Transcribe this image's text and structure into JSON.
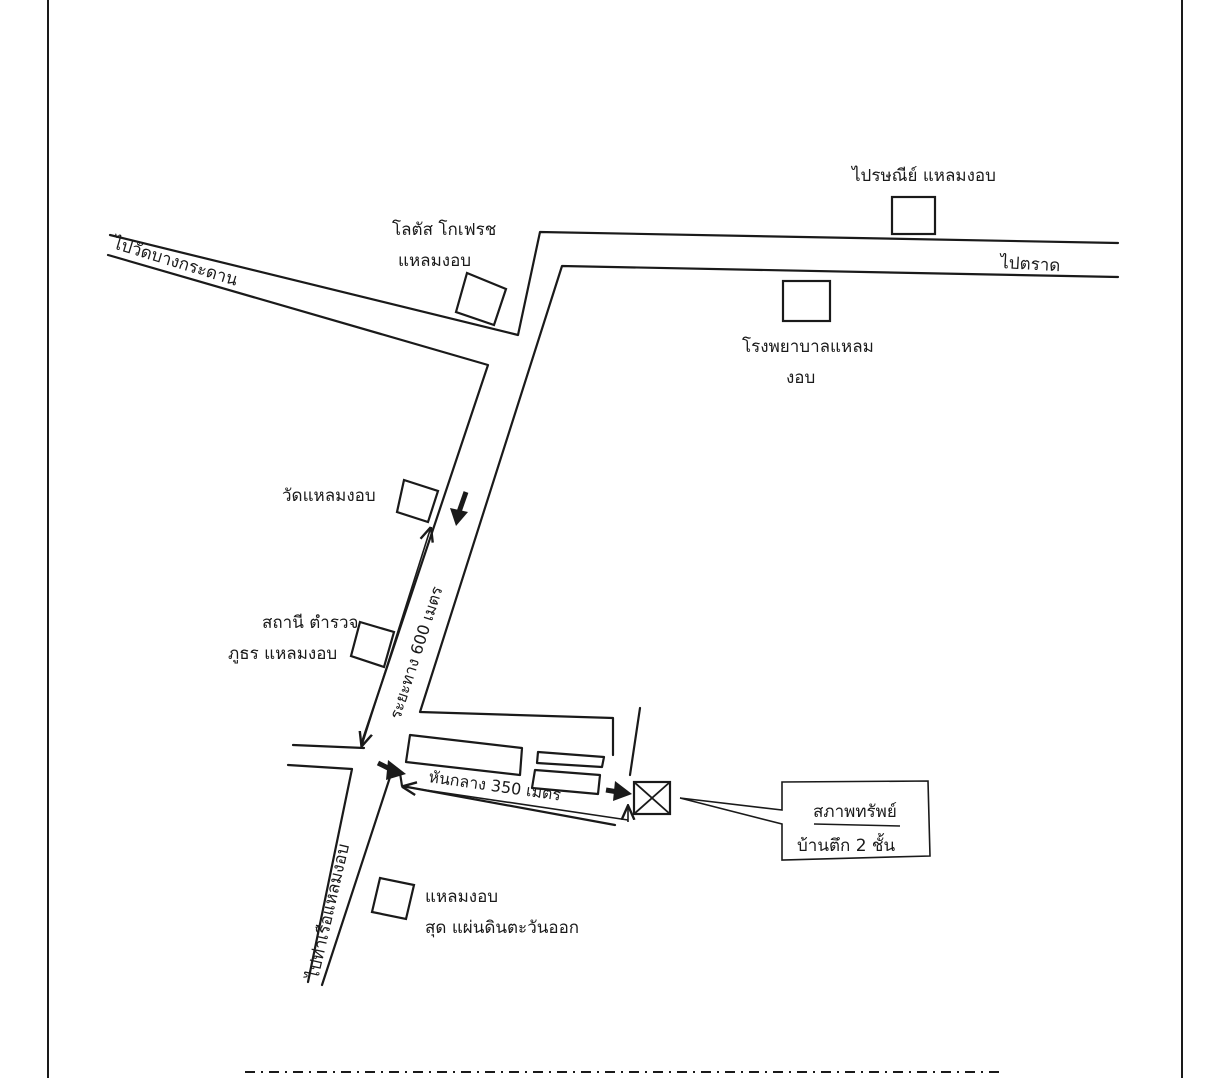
{
  "roads": {
    "to_wat_bang_kradan": "ไปวัดบางกระดาน",
    "to_trat": "ไปตราด",
    "to_pier": "ไปท่าเรือแหลมงอบ"
  },
  "landmarks": {
    "lotus_line1": "โลตัส โกเฟรช",
    "lotus_line2": "แหลมงอบ",
    "post_office": "ไปรษณีย์ แหลมงอบ",
    "hospital_line1": "โรงพยาบาลแหลม",
    "hospital_line2": "งอบ",
    "temple": "วัดแหลมงอบ",
    "police_line1": "สถานี ตำรวจ",
    "police_line2": "ภูธร แหลมงอบ",
    "cape_line1": "แหลมงอบ",
    "cape_line2": "สุด แผ่นดินตะวันออก"
  },
  "distances": {
    "distance_600": "ระยะทาง 600 เมตร",
    "median_350": "หันกลาง 350 เมตร"
  },
  "property": {
    "heading": "สภาพทรัพย์",
    "description": "บ้านตึก 2 ชั้น"
  },
  "colors": {
    "ink": "#1a1a1a",
    "paper": "#ffffff"
  }
}
